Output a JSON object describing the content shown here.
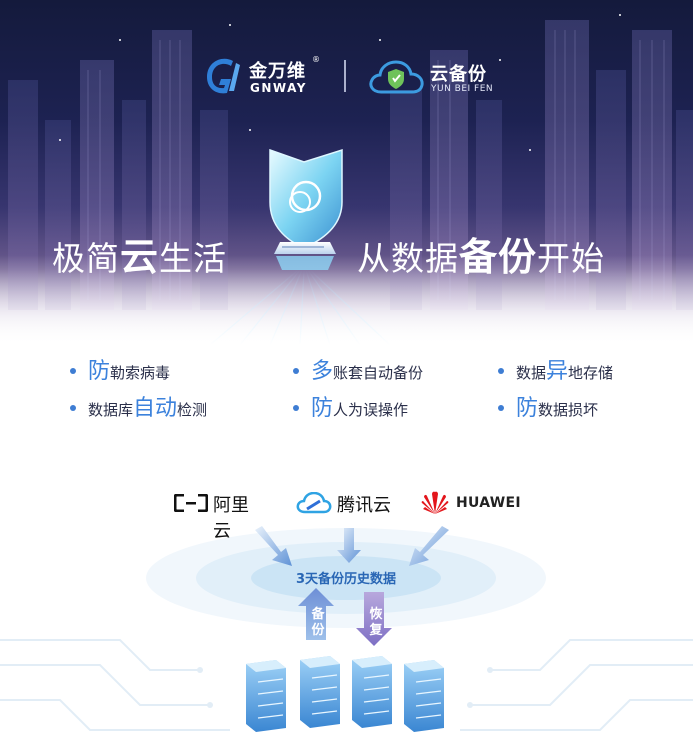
{
  "logos": {
    "gnway": {
      "cn": "金万维",
      "reg": "®",
      "en": "GNWAY"
    },
    "ybf": {
      "cn": "云备份",
      "en": "YUN BEI FEN"
    }
  },
  "slogan": {
    "left_a": "极简",
    "left_b": "云",
    "left_c": "生活",
    "right_a": "从数据",
    "right_b": "备份",
    "right_c": "开始"
  },
  "features": [
    {
      "hi": "防",
      "text": "勒索病毒",
      "hi_first": true
    },
    {
      "hi": "多",
      "text": "账套自动备份",
      "hi_first": true
    },
    {
      "pre": "数据",
      "hi": "异",
      "text": "地存储"
    },
    {
      "pre": "数据库",
      "hi": "自动",
      "text": "检测"
    },
    {
      "hi": "防",
      "text": "人为误操作",
      "hi_first": true
    },
    {
      "hi": "防",
      "text": "数据损坏",
      "hi_first": true
    }
  ],
  "brands": {
    "aliyun": "阿里云",
    "tencent": "腾讯云",
    "huawei": "HUAWEI"
  },
  "diagram": {
    "center_label": "3天备份历史数据",
    "backup_label": "备份",
    "restore_label": "恢复"
  },
  "colors": {
    "accent": "#3c82dc",
    "hero_dark": "#141a3c",
    "arrow_blue": "#6f9ed8",
    "arrow_purple": "#8d82c6"
  },
  "icons": [
    "gnway-logo-icon",
    "cloud-shield-logo-icon",
    "security-shield-icon",
    "aliyun-logo-icon",
    "tencent-cloud-logo-icon",
    "huawei-logo-icon",
    "server-icon"
  ]
}
